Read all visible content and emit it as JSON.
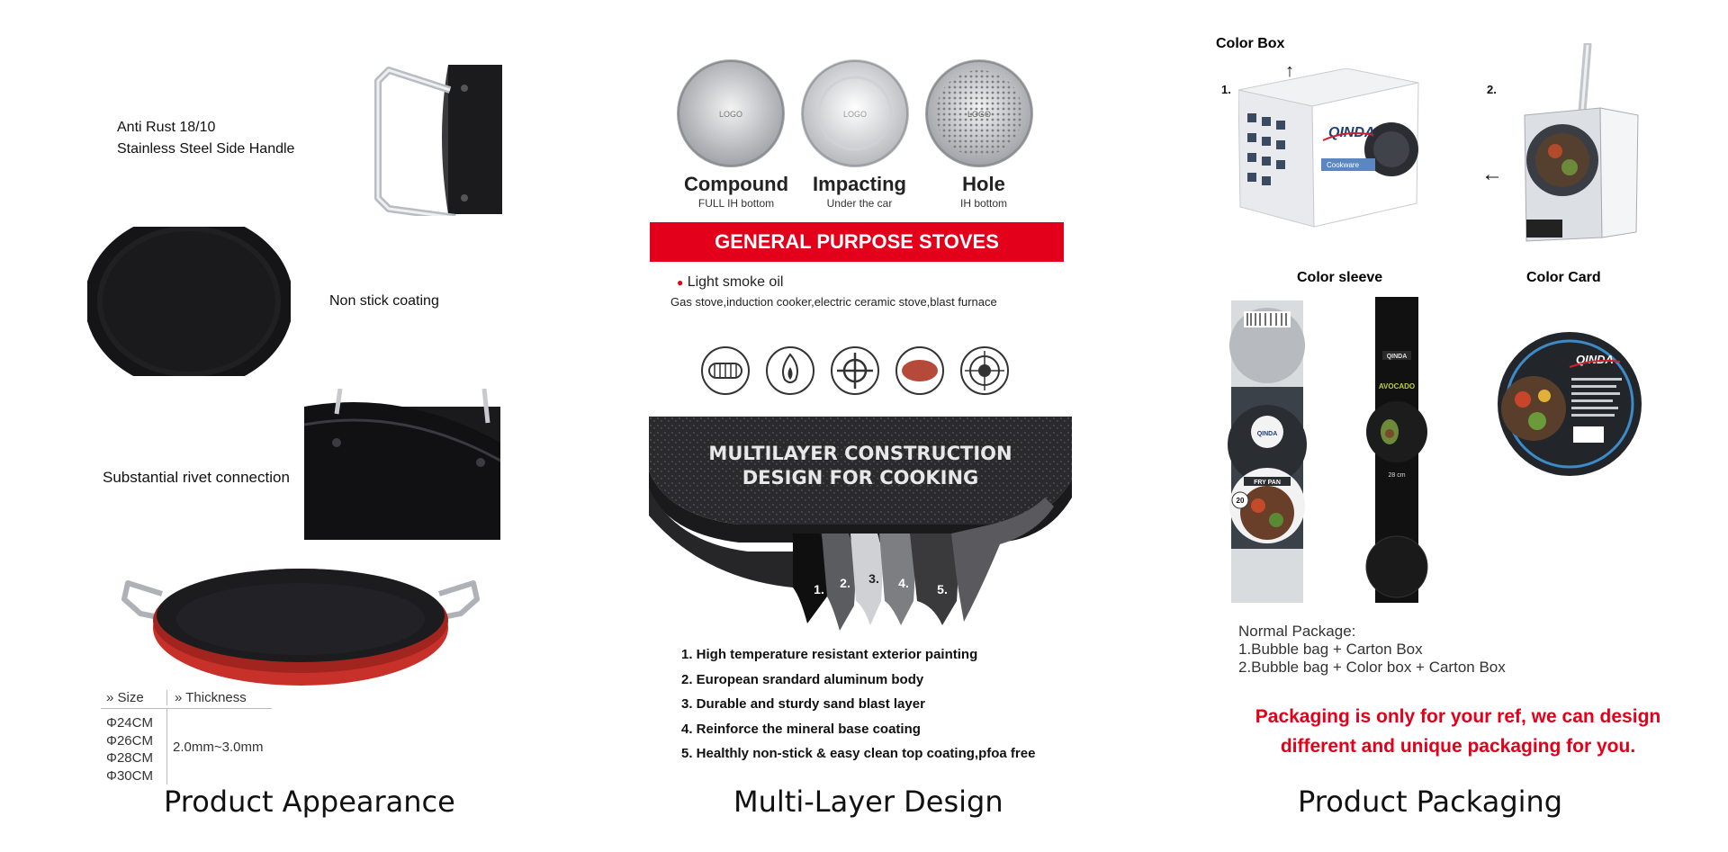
{
  "appearance": {
    "handle_line1": "Anti Rust 18/10",
    "handle_line2": "Stainless Steel Side Handle",
    "coating": "Non stick coating",
    "rivet": "Substantial rivet connection",
    "size_header": "Size",
    "thickness_header": "Thickness",
    "sizes": [
      "Φ24CM",
      "Φ26CM",
      "Φ28CM",
      "Φ30CM"
    ],
    "thickness": "2.0mm~3.0mm",
    "caption": "Product Appearance"
  },
  "design": {
    "bottoms": [
      {
        "title": "Compound",
        "sub": "FULL IH bottom"
      },
      {
        "title": "Impacting",
        "sub": "Under the car"
      },
      {
        "title": "Hole",
        "sub": "IH bottom"
      }
    ],
    "logo_text": "LOGO",
    "stoves_banner": "GENERAL PURPOSE STOVES",
    "oil_note": "Light smoke oil",
    "stoves_list": "Gas stove,induction cooker,electric ceramic stove,blast furnace",
    "construction_line1": "MULTILAYER CONSTRUCTION",
    "construction_line2": "DESIGN FOR COOKING",
    "layer_numbers": [
      "1.",
      "2.",
      "3.",
      "4.",
      "5."
    ],
    "layers": [
      "1. High temperature resistant exterior painting",
      "2. European srandard aluminum body",
      "3. Durable and sturdy sand blast layer",
      "4. Reinforce the mineral base coating",
      "5. Healthly non-stick & easy clean top coating,pfoa free"
    ],
    "caption": "Multi-Layer Design"
  },
  "packaging": {
    "color_box": "Color Box",
    "num1": "1.",
    "num2": "2.",
    "color_sleeve": "Color sleeve",
    "color_card": "Color Card",
    "brand": "QINDA",
    "box_tag": "Cookware",
    "sleeve1_product": "FRY PAN",
    "sleeve1_size": "20",
    "sleeve2_product": "AVOCADO",
    "sleeve2_size": "28 cm",
    "normal_title": "Normal Package:",
    "normal_1": "1.Bubble bag + Carton Box",
    "normal_2": "2.Bubble bag + Color box + Carton Box",
    "note_line1": "Packaging is only for your ref, we can design",
    "note_line2": "different and unique packaging for you.",
    "caption": "Product Packaging"
  },
  "colors": {
    "accent_red": "#e2001a",
    "pan_red": "#c8302a",
    "coating_black": "#1c1c1e"
  }
}
